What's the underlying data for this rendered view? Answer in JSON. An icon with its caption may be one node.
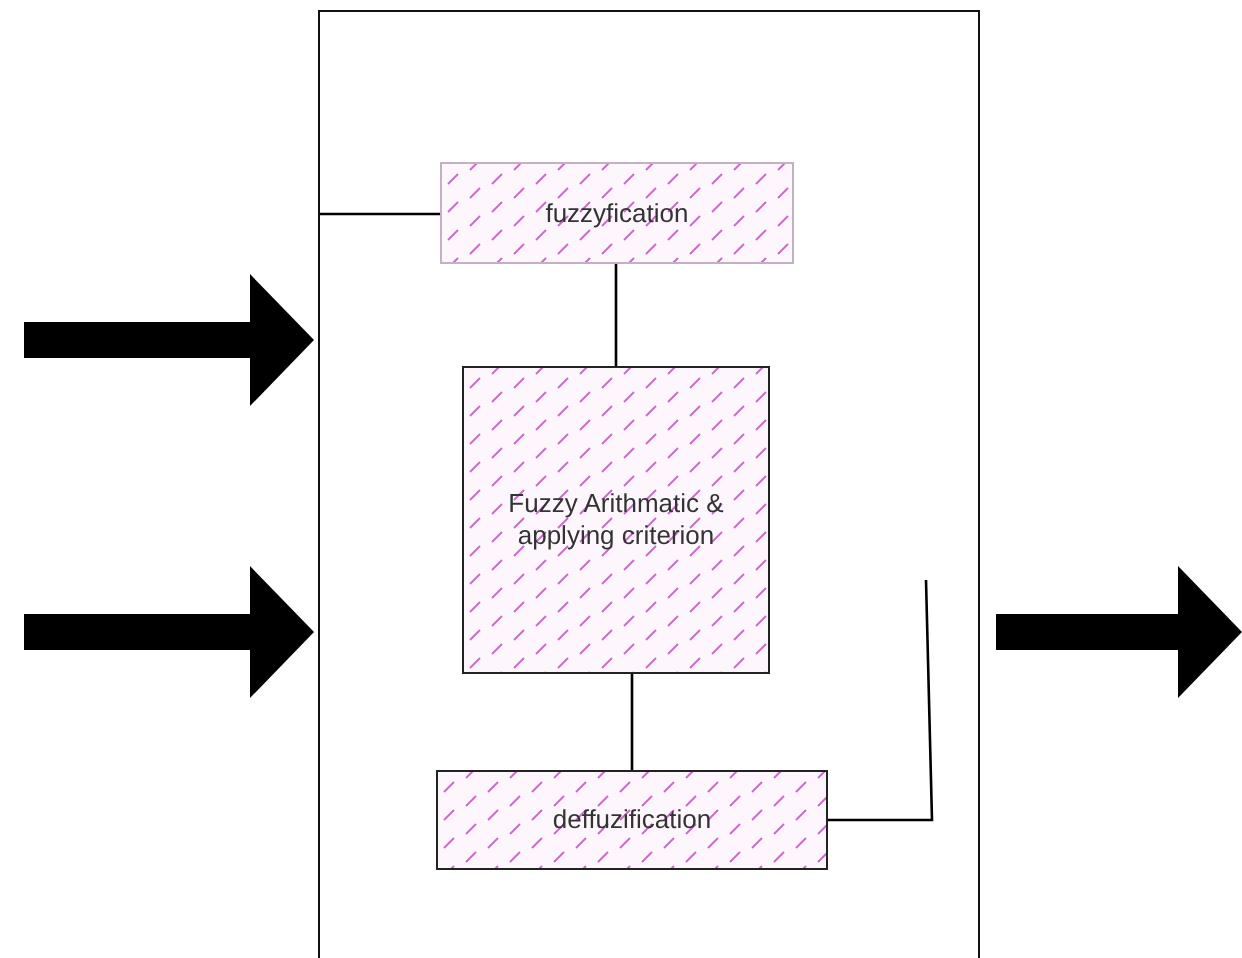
{
  "diagram": {
    "nodes": [
      {
        "text": [],
        "shape": "box"
      },
      {
        "text": [
          "fuzzyfication"
        ],
        "in": 0
      },
      {
        "text": [
          "Fuzzy Arithmatic & applying criterion"
        ],
        "in": 0
      },
      {
        "text": [
          "deffuzification"
        ],
        "in": 0
      }
    ],
    "edges": [
      {
        "from": 0,
        "to": 1,
        "arrow": "none"
      },
      {
        "from": 1,
        "to": 2,
        "arrow": "none"
      },
      {
        "from": 2,
        "to": 3,
        "arrow": "none"
      },
      {
        "from": 3,
        "to": null,
        "arrow": "none"
      },
      {
        "from": null,
        "to": 0,
        "arrow": "to",
        "style": "thick"
      },
      {
        "from": null,
        "to": 0,
        "arrow": "to",
        "style": "thick"
      },
      {
        "from": 0,
        "to": null,
        "arrow": "to",
        "style": "thick"
      }
    ]
  }
}
